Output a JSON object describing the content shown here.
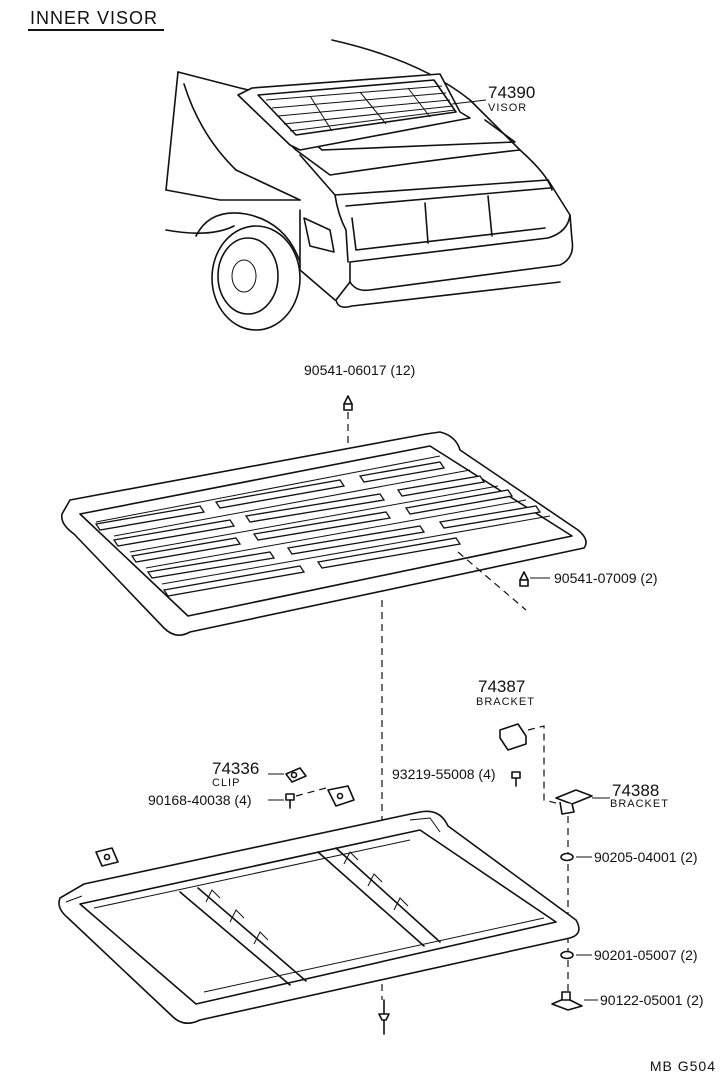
{
  "title": "INNER  VISOR",
  "reference_code": "MB  G504",
  "parts": {
    "visor": {
      "number": "74390",
      "name": "VISOR"
    },
    "screw_top": {
      "label": "90541-06017 (12)"
    },
    "screw_right": {
      "label": "90541-07009 (2)"
    },
    "bracket_upper": {
      "number": "74387",
      "name": "BRACKET"
    },
    "clip": {
      "number": "74336",
      "name": "CLIP"
    },
    "clip_screw": {
      "label": "90168-40038 (4)"
    },
    "bolt": {
      "label": "93219-55008 (4)"
    },
    "bracket_lower": {
      "number": "74388",
      "name": "BRACKET"
    },
    "washer_1": {
      "label": "90205-04001 (2)"
    },
    "washer_2": {
      "label": "90201-05007 (2)"
    },
    "wing_nut": {
      "label": "90122-05001 (2)"
    }
  }
}
